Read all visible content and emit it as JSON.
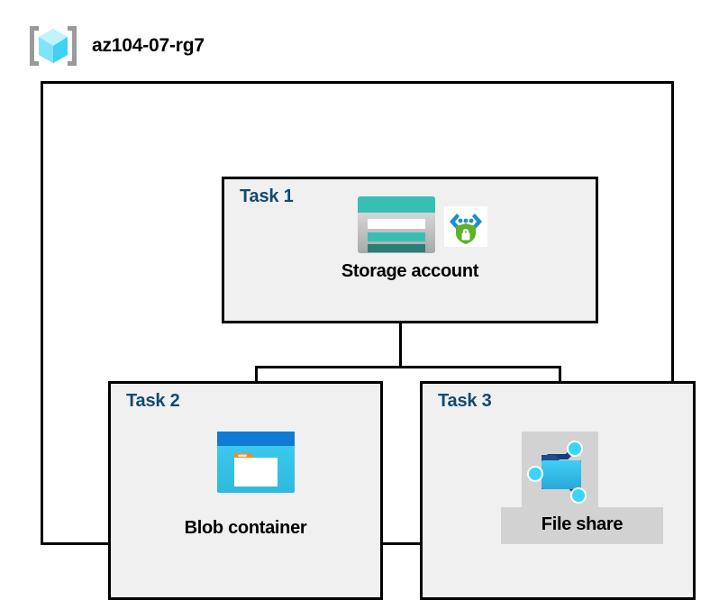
{
  "header": {
    "title": "az104-07-rg7",
    "icon": "resource-group-icon"
  },
  "container": {
    "name": "resource-group-container"
  },
  "tasks": [
    {
      "id": "task-1",
      "label": "Task 1",
      "node_label": "Storage account",
      "icons": [
        "storage-account-icon",
        "secure-endpoint-shield-icon"
      ]
    },
    {
      "id": "task-2",
      "label": "Task 2",
      "node_label": "Blob container",
      "icons": [
        "blob-container-icon"
      ]
    },
    {
      "id": "task-3",
      "label": "Task 3",
      "node_label": "File share",
      "icons": [
        "file-share-icon"
      ],
      "highlighted": true
    }
  ],
  "colors": {
    "task_label": "#12496F",
    "node_label": "#000000",
    "task_box_fill": "#F0F0F0",
    "border": "#000000",
    "highlight": "#D2D2D2",
    "storage_teal": "#37BFB4",
    "storage_teal_dark": "#2B7E76",
    "blob_blue": "#0F7BD4",
    "blob_cyan": "#32C3F0",
    "blob_orange": "#F28A22",
    "shield_green": "#5EB227",
    "bracket_blue": "#1A8FD1",
    "cube_cyan": "#5CE0FB",
    "bracket_gray": "#9A9A9A"
  },
  "connectors": [
    {
      "name": "trunk-from-storage-account"
    },
    {
      "name": "horizontal-split-bar"
    },
    {
      "name": "drop-to-blob-container"
    },
    {
      "name": "drop-to-file-share"
    }
  ]
}
